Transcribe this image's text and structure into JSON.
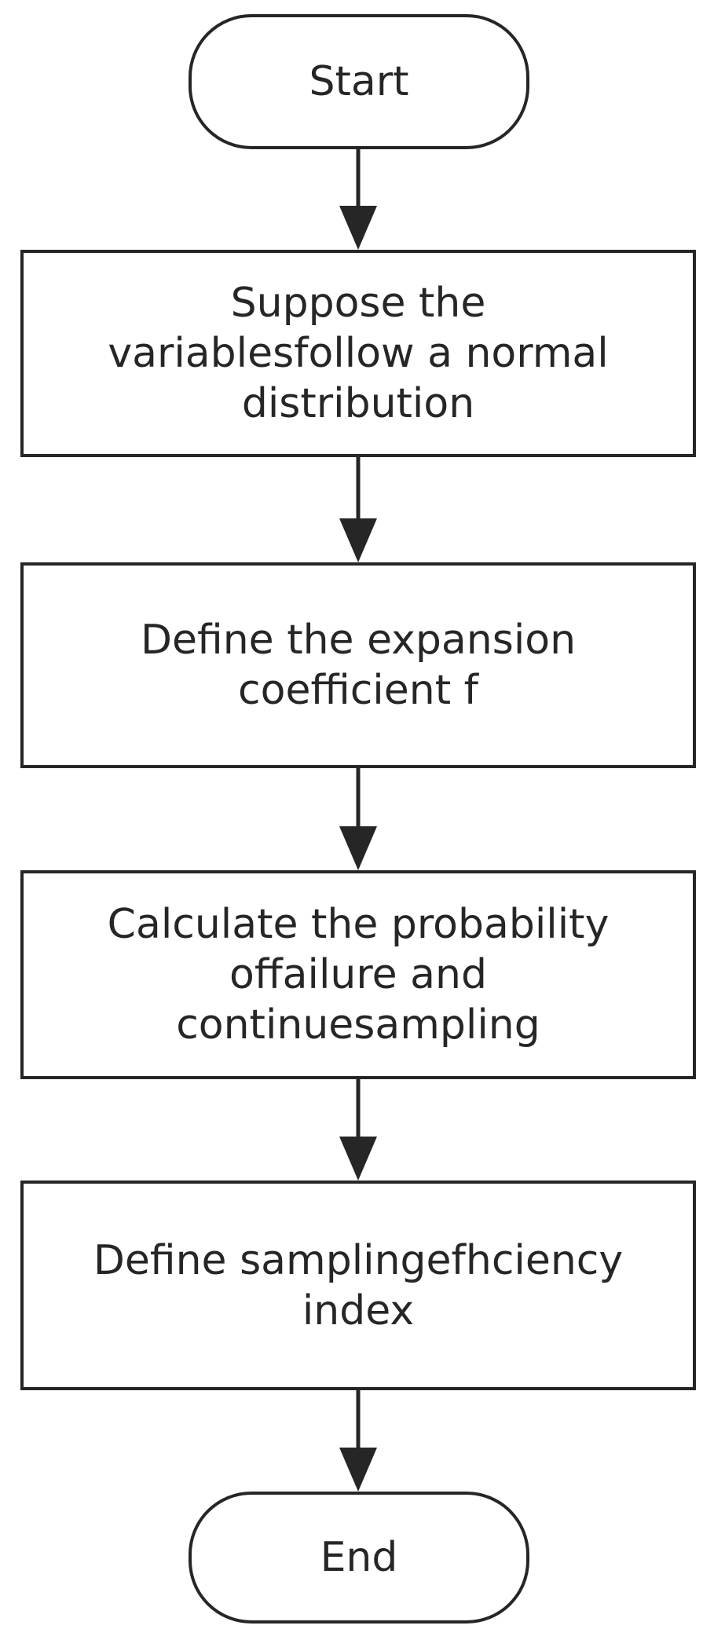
{
  "flowchart": {
    "start": "Start",
    "step1": [
      "Suppose the",
      "variablesfollow a normal",
      "distribution"
    ],
    "step2": [
      "Define the expansion",
      "coefficient f"
    ],
    "step3": [
      "Calculate the probability",
      "offailure and",
      "continuesampling"
    ],
    "step4": [
      "Define samplingefhciency",
      "index"
    ],
    "end": "End"
  },
  "colors": {
    "stroke": "#262626",
    "background": "#ffffff"
  }
}
